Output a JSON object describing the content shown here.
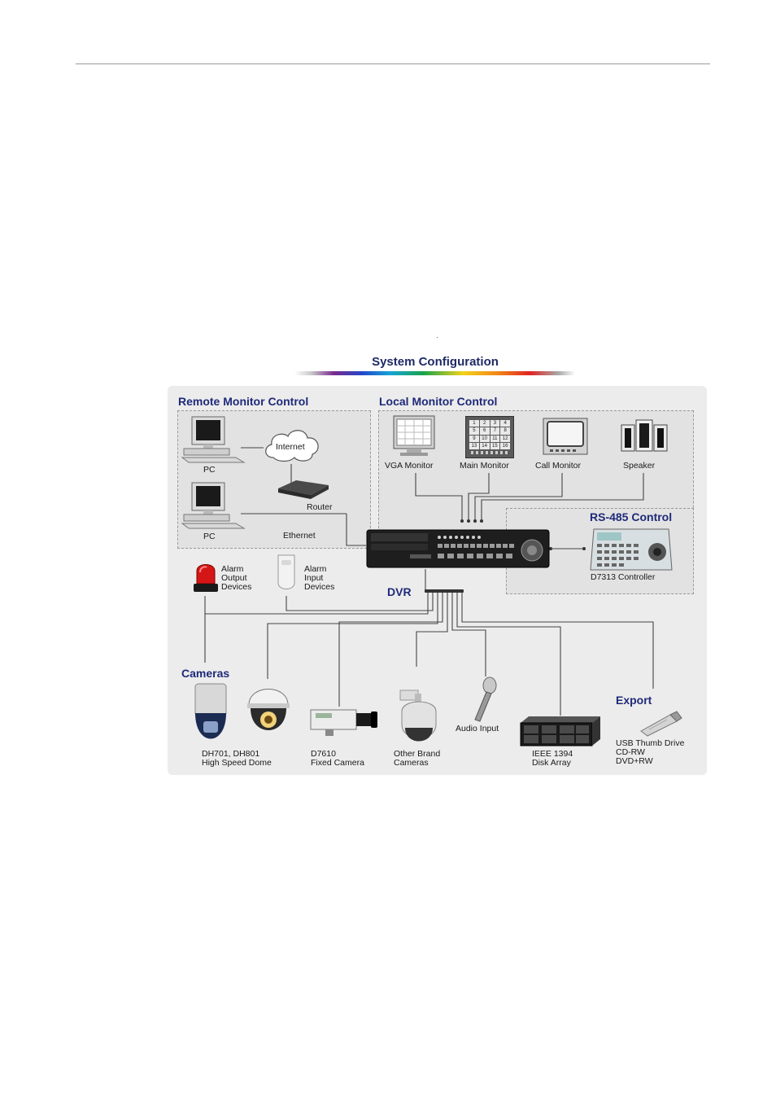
{
  "diagram": {
    "title": "System Configuration",
    "sections": {
      "remote": "Remote Monitor Control",
      "local": "Local Monitor Control",
      "rs485": "RS-485 Control",
      "dvr": "DVR",
      "cameras": "Cameras",
      "export": "Export"
    },
    "labels": {
      "internet": "Internet",
      "pc1": "PC",
      "pc2": "PC",
      "router": "Router",
      "ethernet": "Ethernet",
      "vga_monitor": "VGA Monitor",
      "main_monitor": "Main Monitor",
      "call_monitor": "Call Monitor",
      "speaker": "Speaker",
      "controller": "D7313 Controller",
      "alarm_output": [
        "Alarm",
        "Output",
        "Devices"
      ],
      "alarm_input": [
        "Alarm",
        "Input",
        "Devices"
      ],
      "dome": [
        "DH701, DH801",
        "High Speed Dome"
      ],
      "fixed_camera": [
        "D7610",
        "Fixed Camera"
      ],
      "other_cameras": [
        "Other Brand",
        "Cameras"
      ],
      "audio_input": "Audio Input",
      "disk_array": [
        "IEEE 1394",
        "Disk Array"
      ],
      "export_media": [
        "USB Thumb Drive",
        "CD-RW",
        "DVD+RW"
      ]
    },
    "main_monitor_grid": [
      "1",
      "2",
      "3",
      "4",
      "5",
      "6",
      "7",
      "8",
      "9",
      "10",
      "11",
      "12",
      "13",
      "14",
      "15",
      "16"
    ],
    "colors": {
      "heading": "#1f2a7a",
      "line": "#444444",
      "panel": "#ececec",
      "zone": "#e2e2e2"
    }
  }
}
